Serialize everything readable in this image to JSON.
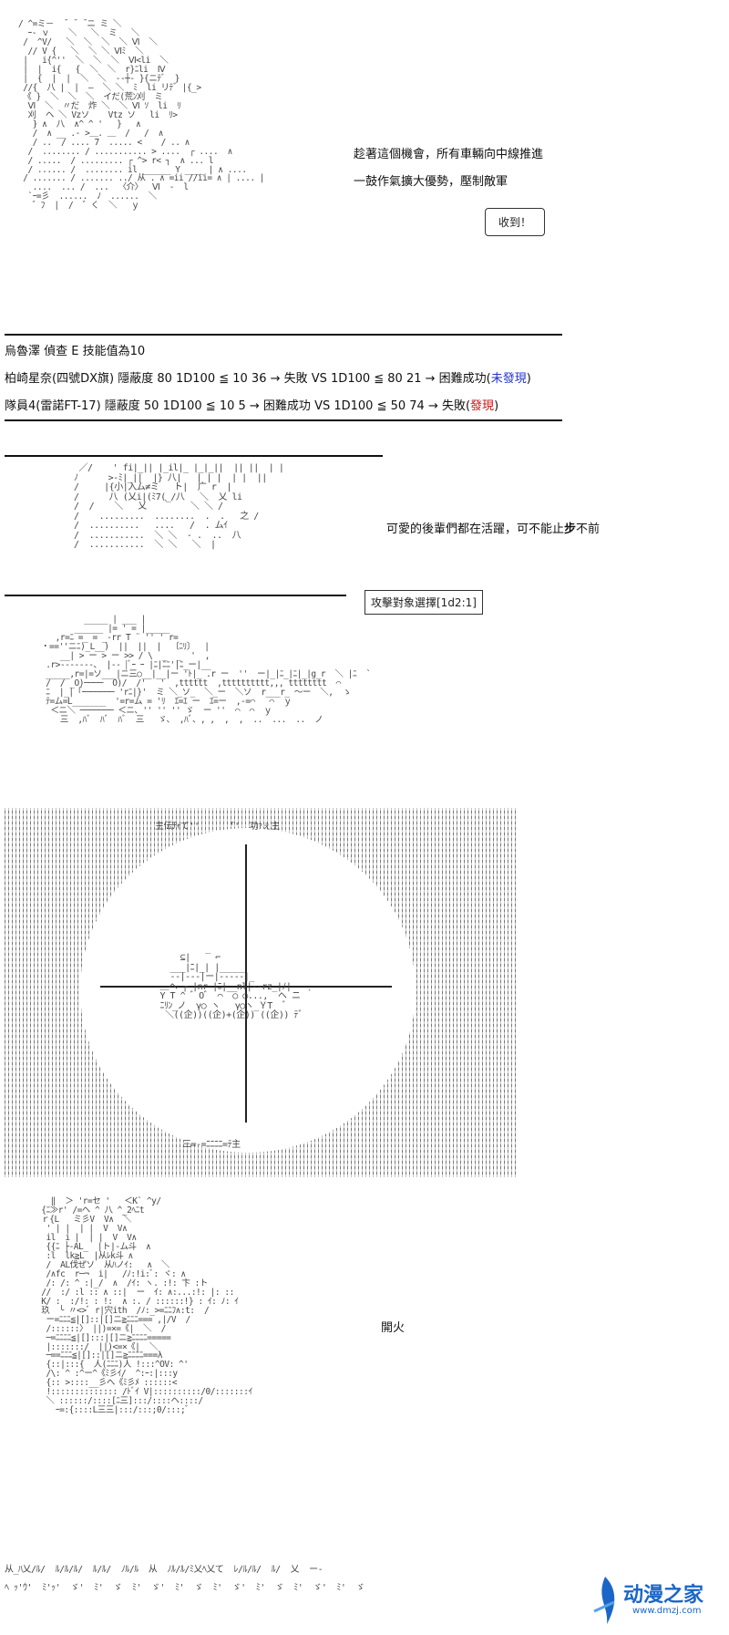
{
  "panel1": {
    "dialogue": [
      "趁著這個機會，所有車輛向中線推進",
      "一鼓作氣擴大優勢，壓制敵軍"
    ],
    "bubble": "收到！",
    "art": "/ ^=ミ－  ̄  ̄  ̄ ニ ミ ＼\n  ｰ- ｖ    ＼   ＼  ミ   ＼\n /  ^V/   ＼  ＼  ＼  ＼ Ⅵ  ＼\n  // V {   ＼  ＼ ＼ Ⅵﾐ  ＼\n |   i{^''  ＼  ＼  ＼  Ⅵ<li  ＼\n |  |  i{   {  ＼  ＼  r}ﾆli  Ⅳ\n |  {  |  |  ＼  ＼  -‐┼‐ }{ニﾃﾞ  }\n //{  八 |  |  ―  ＼ ＼  ﾐ  li リﾃﾞ |{_>\n 《 }  ＼  ＼  ＼  イだ(荒ﾝ刈  ミ\n  Ⅵ  ＼  〃だ  炸 ＼  ＼ Ⅵ ｿ  li  ﾘ\n  刈  ヘ ＼ Vzソ    Vtz ソ   li  ﾘ>\n   } ∧  八  ∧^ ^ '   }   ∧\n   /  ∧ __ .- >＿. ＿  /   /  ∧\n   / ..  / .... 7  ..... <    / .. ∧\n  /  ........ / ........... > ....  ┌ ....  ∧\n  / .....  / ......... ┌ ^> r< ┐  ∧ ... l\n  / ...... /  ........ il ______ Y ____ | ∧ ....\n / ....... / ....... ../ 从 . ∧ =ii //ii= ∧ | .... |\n   ....  ... /  ...  〈介〉  Ⅵ  -  l\n  `ｰ=彡  ......  ﾉ  ......  ＼\n   ゛ﾌ  |  /  ゛く  ＼   ｙ"
  },
  "dice": {
    "line1": "烏魯澤 偵查 E 技能值為10",
    "line2_prefix": "柏崎星奈(四號DX旗) 隱蔽度 80    1D100 ≦ 10  36 → 失敗 VS 1D100 ≦ 80  21 → 困難成功(",
    "line2_highlight": "未發現",
    "line2_suffix": ")",
    "line3_prefix": "隊員4(雷諾FT-17) 隱蔽度 50      1D100 ≦ 10  5 → 困難成功 VS 1D100 ≦ 50  74 → 失敗(",
    "line3_highlight": "發現",
    "line3_suffix": ")",
    "colors": {
      "not_found": "#2233cc",
      "found": "#cc1111"
    }
  },
  "panel2": {
    "dialogue": "可愛的後輩們都在活躍，可不能止步不前",
    "dialogue_emph": "步",
    "art": "   ／/    ' fi|_|| |_il|_ |_|_||  || ||  | |\n  ﾉ      >-ﾐ|_||  |} 八|   | | |  | |  ||\n  /     |{小|入ム≠ミ   ト|  广 r  |\n  /      八 (乂i|(ﾐ7(_/八   ＼  乂 li\n  /  /    ＼   乂   ｀    ＼ ＼ /\n  /    .........  ........  .  .   之 /\n  /  ..........   ....   /  . ムｲ\n  /  ...........  ＼ ＼  - .  ..  八\n  /  ...........  ＼ ＼   ＼  |"
  },
  "panel3": {
    "label": "攻擊對象選擇[1d2:1]",
    "art": "         _____ | ___ |\n       ______ |= ' = |_____\n   ,r=ﾆ =_ = _-rr T ¨ '' ' r=\n・==''ニﾆ)_L__)  ||  ||  |  〔ﾆﾘ〕  |\n    __| > ー > ー >> / \\  _  _  '  ,\n .r>‐‐‐‐‐-‐、 |‐‐ |ﾞｰ ｰ |ﾆ|ﾆﾆ'|ﾆ_ー|__\n _____,r=|=ソ___|ニ三○__|__|ー 'ﾄ|_ .r ー  ''  ー|_|ﾆ_|ﾆ|_|g_r  ＼ |ﾆ  `\n /  / _O)────  O)/  /'   '  ,tttttt  ,tttttttttt,,, tttttttt  ⌒\n ﾆ  |_|「ｰ────── 'rﾆ|}'  ミ ＼_ソ_  ＼_ー  ＼ソ  r___r_ 〜ー  ＼,  ゝ\n ﾃ=ム=L_______  '=r=ム = 'ﾘ  ｴ=ｴ ー  ｴ=ー  ,-=⌒   ⌒  ｙ\n  ＜ニ＼ ─────── ＜ニ、'' '' '' ゞ  ー ''  ⌒  ⌒  ｙ\n    三  ,ﾊﾞ  ﾊﾞ  ﾊﾞ  三   ゞ、 ,ﾊﾞ、, ,  ,  ,  ..  ...  ..  ノ"
  },
  "panel4": {
    "art_top": "主伝ﾁｬて''      ̄''  功ｧぇ主",
    "art_tank": "     ⊆|   ‾ ⌐\n   ___|ﾆ|_| |_____\n   ‐‐|-‐‐|ー|‐‐‐‐‐|_\n ＿ヘ ┌ |nr |ﾆ|__nl|‐‐rz_|ﾉ|\n Y T ^ ゛O゛ ⌒  ○ ○...,  ヘ ニ ｀\n ﾆﾘﾝ_ノ  γ○ ヽ   γ○ヽ_ＹT  ﾞ\n  ＼((企))((企)+(企)) ((企)) ﾃﾞ",
    "art_bottom": "三=-=ﾆﾆﾆﾆ=ﾃ主"
  },
  "panel5": {
    "dialogue": "開火",
    "art": "   ‖  ＞ 'r=セ '   ＜K` ^y/\n {ﾆ≫r' /=ヘ ^ 八 ^_2ﾍﾆt\n ｒ{L   ミ彡V  V∧  ＼\n  ' | |  | |  V  V∧\n  il  i |  | |  V  V∧\n  {{ﾆ ├‐AL_  |ト|‐ム斗  ∧\n  :l  lk≧L  |从ﾚk斗 ∧\n  /  AL伐ぜソ  从ﾊノｲ:   ∧  ＼\n  /∧fc  r─¬  i|   /ﾉ:!i:ﾞ: ヾ: ∧\n  /: /: ^ :|_/  ∧  /ｲ: ヽ. :!: 卞 :ト\n //  :/ :l :: ∧ ::|  ー  ｲ: ∧:...:!: |: ::\n K/ :  :/!: : !:  ∧ :. / ::::::!} : ｲ: ﾉ: ｲ\n 玖  ╰ 〃<>ﾞ r|宍ith  /ﾉ:_>=ﾆﾆﾌ∧:t:  /\n  ー=ﾆﾆﾆ≦|[]::|[]ニ≧ﾆﾆﾆ=== ,|/V  /\n  /::::::〉 ||)=×=《|  ＼  /\n  ─=ﾆﾆﾆﾆ≦|[]:::|[]ニ≧ﾆﾆﾆﾆ=====\n  |:::::::/  ||)<=×《|  ＼\n  ─==ﾆﾆﾆ≦|[]::|[]ニ≧ﾆﾆﾆﾆ===λ\n  {::|:::{  人(ﾆﾆﾆ)人 !:::^OV: ^'\n  /\\: ^ :^ー^《ﾐ彡ｲ/  ^:ｰ:|:::y\n  {:: >::::__彡へ《ﾐ彡ﾒ ::::::<\n  !:::::::::::::: /ﾄﾞｲ V|::::::::::/0/:::::::ｲ\n  ＼ ::::::/::::[ﾆ三]:::/::::ヘ::::/\n    ｰ=:{::::L三三|:::/:::;0/:::;ﾞ"
  },
  "footer": {
    "art_line1": "从_ﾊ乂/ﾙ/  ﾙ/ﾙ/ﾙ/  ﾙ/ﾙ/  ﾉﾙ/ﾙ  从  ﾉﾙ/ﾙ/ﾐ乂ﾍ乂て  ﾚ/ﾙ/ﾙ/  ﾙ/  乂  ー‐",
    "art_line2": "ﾍ ｯ'ｳ'  ﾐ'ｯ'  ゞ'  ﾐ'  ゞ  ﾐ'  ゞ'  ﾐ'  ゞ  ﾐ'  ゞ'  ﾐ'  ゞ  ﾐ'  ゞ'  ﾐ'  ゞ",
    "logo_name": "动漫之家",
    "logo_url": "www.dmzj.com",
    "logo_color": "#1a66c8"
  }
}
